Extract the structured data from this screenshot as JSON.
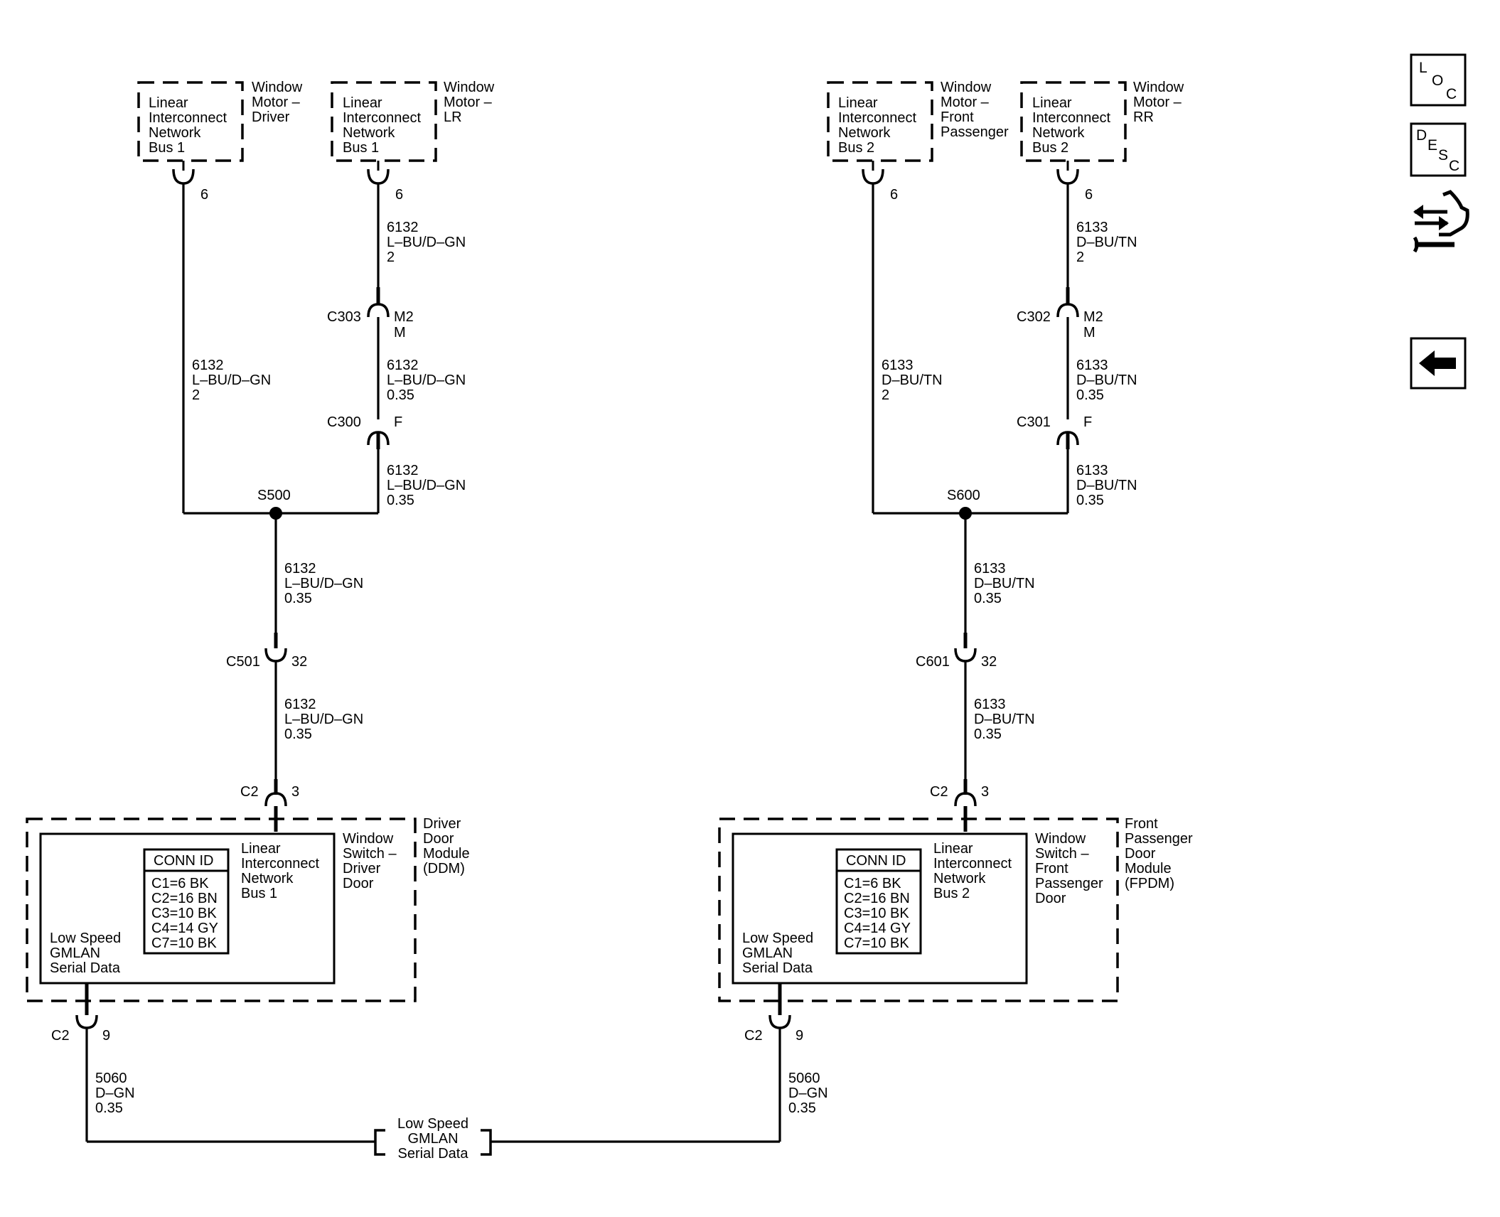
{
  "nav": {
    "loc": [
      "L",
      "O",
      "C"
    ],
    "desc": [
      "D",
      "E",
      "S",
      "C"
    ],
    "loc_icon": "loc-icon",
    "desc_icon": "desc-icon",
    "connector_tool_icon": "connector-tool-icon",
    "back_icon": "back-arrow-icon"
  },
  "left": {
    "motor_driver": {
      "box": [
        "Linear",
        "Interconnect",
        "Network",
        "Bus 1"
      ],
      "label": [
        "Window",
        "Motor –",
        "Driver"
      ],
      "pin": "6"
    },
    "motor_lr": {
      "box": [
        "Linear",
        "Interconnect",
        "Network",
        "Bus 1"
      ],
      "label": [
        "Window",
        "Motor –",
        "LR"
      ],
      "pin": "6"
    },
    "wire_lr_top": [
      "6132",
      "L–BU/D–GN",
      "2"
    ],
    "c303": {
      "name": "C303",
      "pin": "M2",
      "sub": "M"
    },
    "wire_lr_mid": [
      "6132",
      "L–BU/D–GN",
      "0.35"
    ],
    "c300": {
      "name": "C300",
      "pin": "F"
    },
    "wire_lr_bot": [
      "6132",
      "L–BU/D–GN",
      "0.35"
    ],
    "wire_driver": [
      "6132",
      "L–BU/D–GN",
      "2"
    ],
    "splice": "S500",
    "wire_s_c501": [
      "6132",
      "L–BU/D–GN",
      "0.35"
    ],
    "c501": {
      "name": "C501",
      "pin": "32"
    },
    "wire_c501_c2": [
      "6132",
      "L–BU/D–GN",
      "0.35"
    ],
    "c2_top": {
      "name": "C2",
      "pin": "3"
    },
    "module": {
      "label": [
        "Driver",
        "Door",
        "Module",
        "(DDM)"
      ],
      "switch": [
        "Window",
        "Switch –",
        "Driver",
        "Door"
      ],
      "lin": [
        "Linear",
        "Interconnect",
        "Network",
        "Bus 1"
      ],
      "gmlan": [
        "Low Speed",
        "GMLAN",
        "Serial Data"
      ],
      "conn_id_title": "CONN ID",
      "conn_id": [
        "C1=6 BK",
        "C2=16 BN",
        "C3=10 BK",
        "C4=14 GY",
        "C7=10 BK"
      ]
    },
    "c2_bot": {
      "name": "C2",
      "pin": "9"
    },
    "wire_gmlan": [
      "5060",
      "D–GN",
      "0.35"
    ]
  },
  "right": {
    "motor_fp": {
      "box": [
        "Linear",
        "Interconnect",
        "Network",
        "Bus 2"
      ],
      "label": [
        "Window",
        "Motor –",
        "Front",
        "Passenger"
      ],
      "pin": "6"
    },
    "motor_rr": {
      "box": [
        "Linear",
        "Interconnect",
        "Network",
        "Bus 2"
      ],
      "label": [
        "Window",
        "Motor –",
        "RR"
      ],
      "pin": "6"
    },
    "wire_rr_top": [
      "6133",
      "D–BU/TN",
      "2"
    ],
    "c302": {
      "name": "C302",
      "pin": "M2",
      "sub": "M"
    },
    "wire_rr_mid": [
      "6133",
      "D–BU/TN",
      "0.35"
    ],
    "c301": {
      "name": "C301",
      "pin": "F"
    },
    "wire_rr_bot": [
      "6133",
      "D–BU/TN",
      "0.35"
    ],
    "wire_fp": [
      "6133",
      "D–BU/TN",
      "2"
    ],
    "splice": "S600",
    "wire_s_c601": [
      "6133",
      "D–BU/TN",
      "0.35"
    ],
    "c601": {
      "name": "C601",
      "pin": "32"
    },
    "wire_c601_c2": [
      "6133",
      "D–BU/TN",
      "0.35"
    ],
    "c2_top": {
      "name": "C2",
      "pin": "3"
    },
    "module": {
      "label": [
        "Front",
        "Passenger",
        "Door",
        "Module",
        "(FPDM)"
      ],
      "switch": [
        "Window",
        "Switch –",
        "Front",
        "Passenger",
        "Door"
      ],
      "lin": [
        "Linear",
        "Interconnect",
        "Network",
        "Bus 2"
      ],
      "gmlan": [
        "Low Speed",
        "GMLAN",
        "Serial Data"
      ],
      "conn_id_title": "CONN ID",
      "conn_id": [
        "C1=6 BK",
        "C2=16 BN",
        "C3=10 BK",
        "C4=14 GY",
        "C7=10 BK"
      ]
    },
    "c2_bot": {
      "name": "C2",
      "pin": "9"
    },
    "wire_gmlan": [
      "5060",
      "D–GN",
      "0.35"
    ]
  },
  "bottom_bus": [
    "Low Speed",
    "GMLAN",
    "Serial Data"
  ]
}
